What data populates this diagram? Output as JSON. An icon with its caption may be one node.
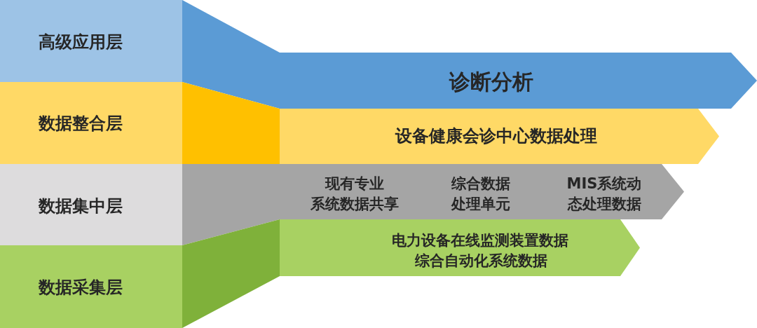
{
  "diagram": {
    "nodes": [
      {
        "text": [
          "高级应用层"
        ]
      },
      {
        "text": [
          "数据整合层"
        ]
      },
      {
        "text": [
          "数据集中层"
        ]
      },
      {
        "text": [
          "数据采集层"
        ]
      },
      {
        "text": [
          "诊断分析"
        ]
      },
      {
        "text": [
          "设备健康会诊中心数据处理"
        ]
      },
      {
        "text": [
          "现有专业系统数据共享",
          "综合数据处理单元",
          "MIS系统动态处理数据"
        ]
      },
      {
        "text": [
          "电力设备在线监测装置数据",
          "综合自动化系统数据"
        ]
      },
      {
        "text": [],
        "shape": "trapezoid"
      },
      {
        "text": [],
        "shape": "trapezoid"
      },
      {
        "text": [],
        "shape": "trapezoid"
      },
      {
        "text": [],
        "shape": "trapezoid"
      }
    ]
  }
}
